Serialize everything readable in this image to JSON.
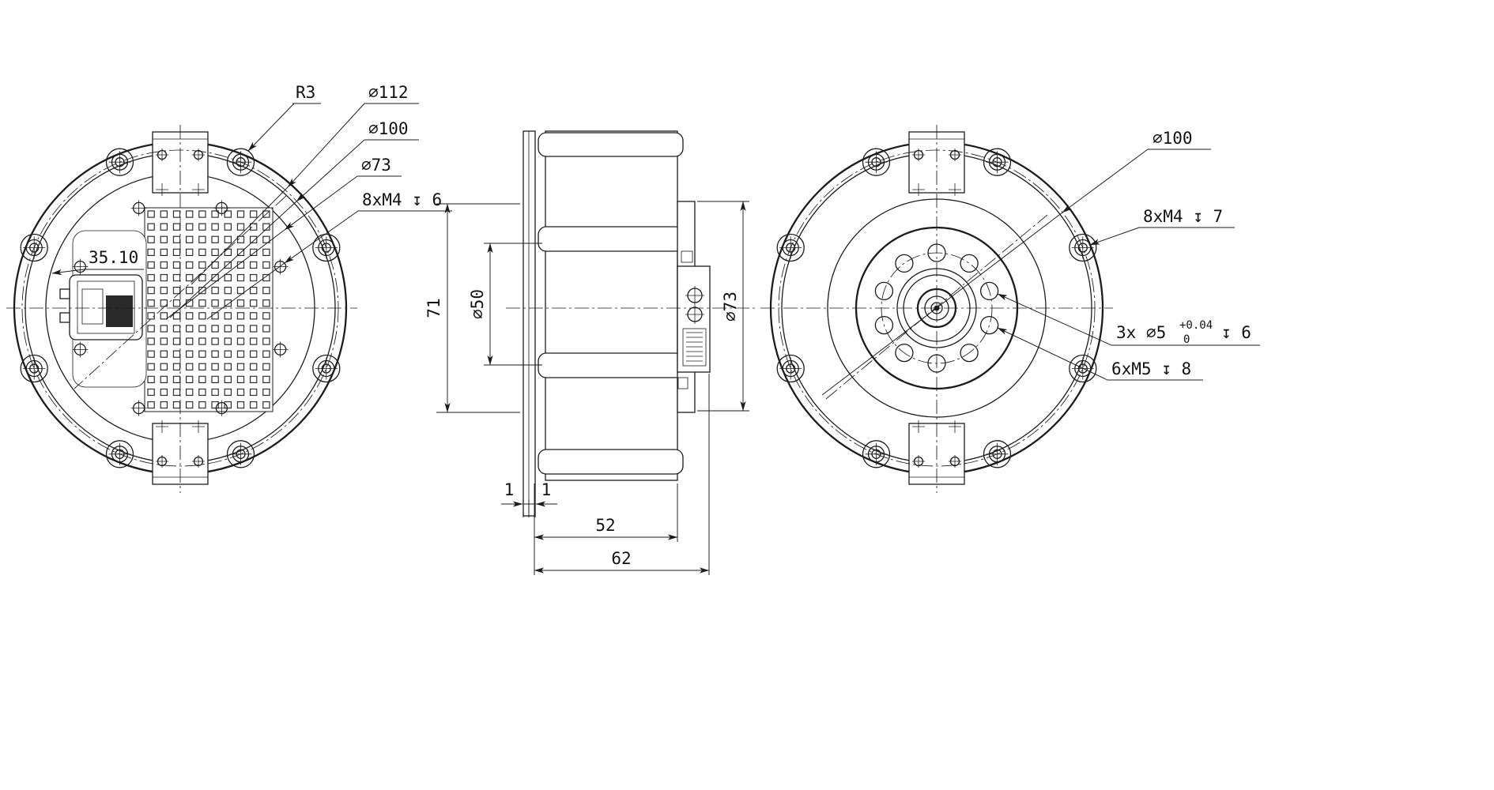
{
  "front_view": {
    "r3": "R3",
    "d112": "∅112",
    "d100": "∅100",
    "d73": "∅73",
    "m4_depth6": "8xM4 ↧ 6",
    "dim_35_10": "35.10"
  },
  "side_view": {
    "dim_71": "71",
    "d50": "∅50",
    "d73": "∅73",
    "dim_52": "52",
    "dim_62": "62",
    "dim_1_left": "1",
    "dim_1_right": "1"
  },
  "rear_view": {
    "d100": "∅100",
    "m4_depth7": "8xM4 ↧ 7",
    "d5_count": "3x ∅5",
    "d5_tol_upper": "+0.04",
    "d5_tol_lower": "0",
    "d5_depth": "↧ 6",
    "m5_depth8": "6xM5 ↧ 8"
  }
}
